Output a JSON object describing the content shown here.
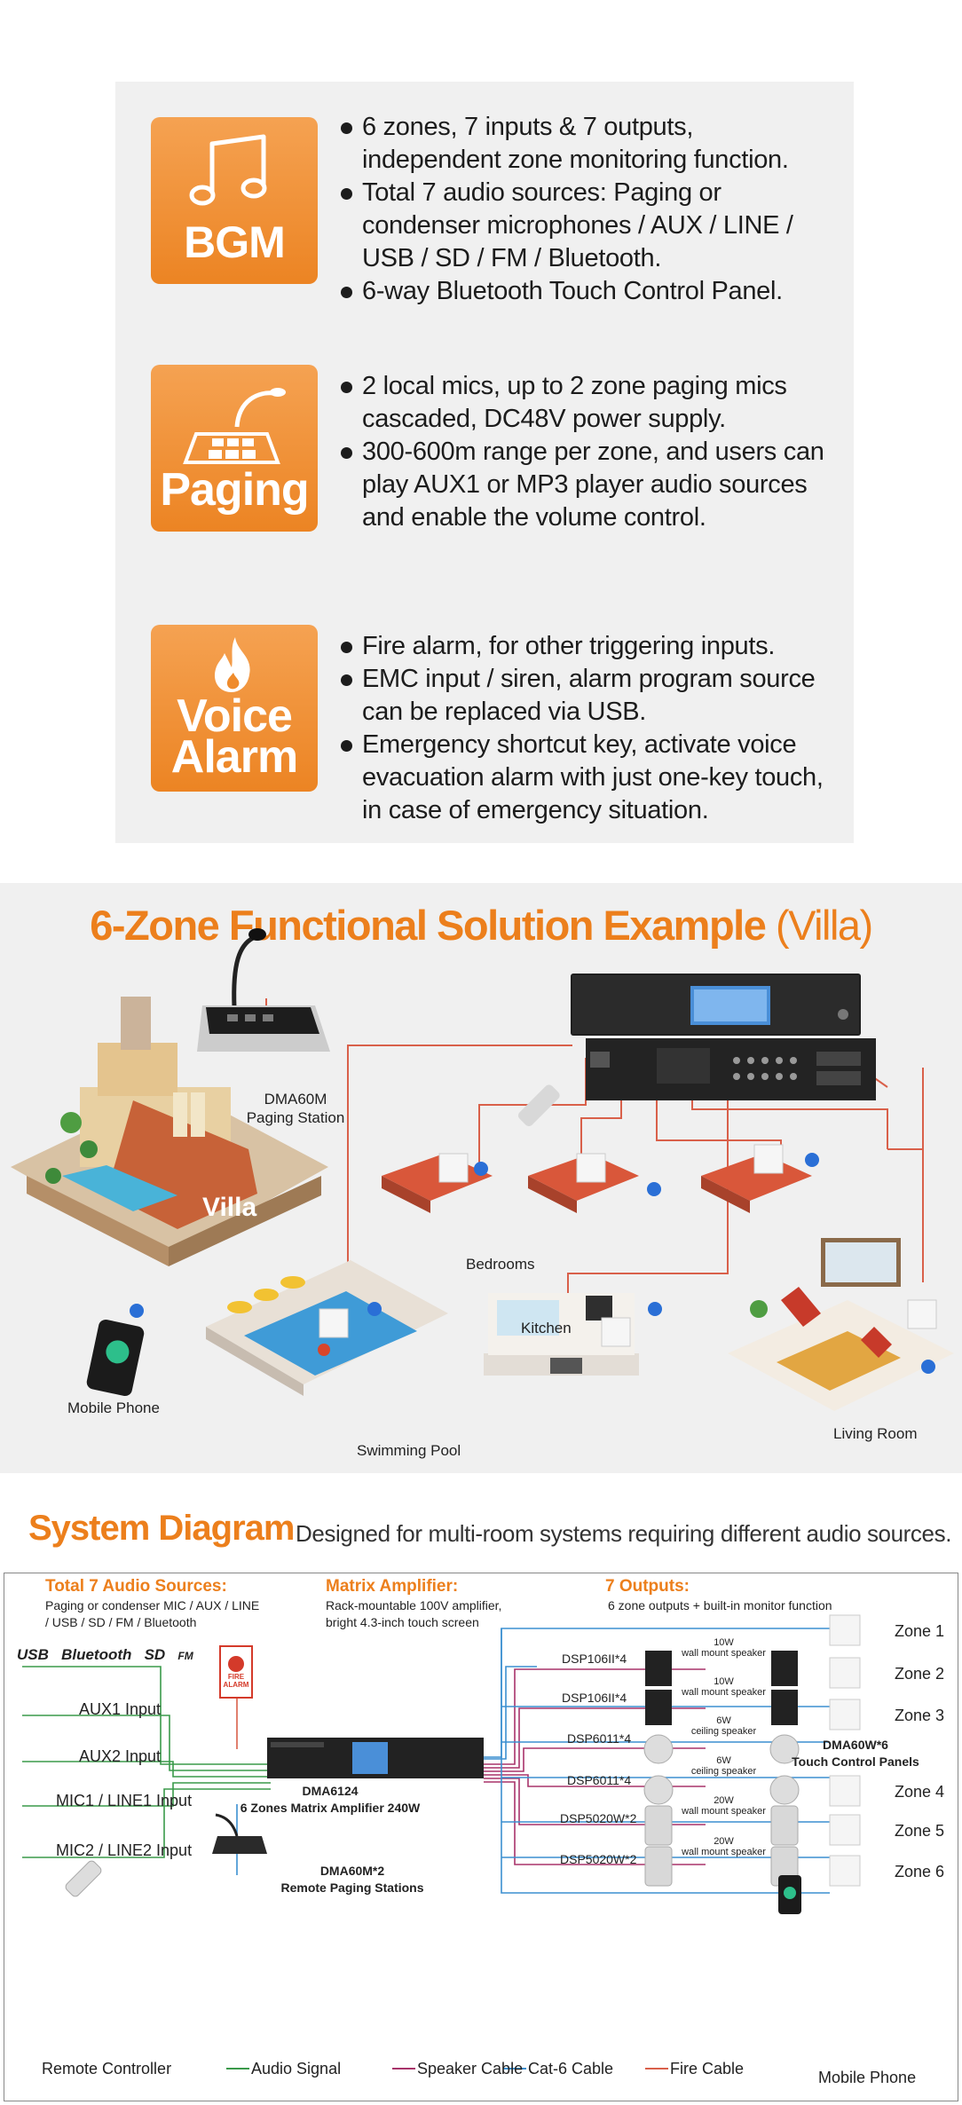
{
  "features": [
    {
      "badge": "BGM",
      "icon": "music-note-icon",
      "bullets": [
        "6 zones, 7 inputs & 7 outputs, independent zone monitoring function.",
        "Total 7 audio sources: Paging or condenser microphones / AUX / LINE / USB / SD / FM / Bluetooth.",
        "6-way Bluetooth Touch Control Panel."
      ]
    },
    {
      "badge": "Paging",
      "icon": "paging-mic-icon",
      "bullets": [
        "2 local mics, up to 2 zone paging mics cascaded, DC48V power supply.",
        "300-600m range per zone, and users can play AUX1 or MP3 player audio sources and enable the volume control."
      ]
    },
    {
      "badge": "Voice Alarm",
      "badge_lines": [
        "Voice",
        "Alarm"
      ],
      "icon": "flame-icon",
      "bullets": [
        "Fire alarm, for other triggering inputs.",
        "EMC input / siren, alarm program source can be replaced via USB.",
        "Emergency shortcut key, activate voice evacuation alarm with just one-key touch, in case of emergency situation."
      ]
    }
  ],
  "villa": {
    "title_main": "6-Zone Functional Solution Example",
    "title_paren": "(Villa)",
    "paging_model": "DMA60M",
    "paging_label": "Paging Station",
    "villa_sign": "Villa",
    "labels": {
      "bedrooms": "Bedrooms",
      "kitchen": "Kitchen",
      "mobile": "Mobile Phone",
      "pool": "Swimming Pool",
      "living": "Living Room"
    }
  },
  "system": {
    "title": "System Diagram",
    "subtitle": "Designed for multi-room systems requiring different audio sources.",
    "sources_head": "Total 7 Audio Sources:",
    "sources_desc": [
      "Paging or condenser MIC / AUX / LINE",
      "/ USB / SD / FM / Bluetooth"
    ],
    "source_logos": [
      "USB",
      "Bluetooth",
      "SD",
      "FM"
    ],
    "matrix_head": "Matrix Amplifier:",
    "matrix_desc": [
      "Rack-mountable 100V amplifier,",
      "bright 4.3-inch touch screen"
    ],
    "outputs_head": "7 Outputs:",
    "outputs_desc": "6 zone outputs + built-in monitor function",
    "fire_alarm": [
      "FIRE",
      "ALARM"
    ],
    "inputs": [
      "AUX1 Input",
      "AUX2 Input",
      "MIC1 / LINE1 Input",
      "MIC2 / LINE2 Input"
    ],
    "amp_model": "DMA6124",
    "amp_desc": "6 Zones Matrix Amplifier 240W",
    "remote_model": "DMA60M*2",
    "remote_desc": "Remote Paging Stations",
    "speaker_rows": [
      {
        "model": "DSP106II*4",
        "power": "10W",
        "type": "wall mount speaker"
      },
      {
        "model": "DSP106II*4",
        "power": "10W",
        "type": "wall mount speaker"
      },
      {
        "model": "DSP6011*4",
        "power": "6W",
        "type": "ceiling speaker"
      },
      {
        "model": "DSP6011*4",
        "power": "6W",
        "type": "ceiling speaker"
      },
      {
        "model": "DSP5020W*2",
        "power": "20W",
        "type": "wall mount speaker"
      },
      {
        "model": "DSP5020W*2",
        "power": "20W",
        "type": "wall mount speaker"
      }
    ],
    "zones": [
      "Zone 1",
      "Zone 2",
      "Zone 3",
      "Zone 4",
      "Zone 5",
      "Zone 6"
    ],
    "panels_model": "DMA60W*6",
    "panels_desc": "Touch Control Panels",
    "legend": {
      "remote": "Remote Controller",
      "audio": "Audio Signal",
      "speaker": "Speaker Cable",
      "cat6": "Cat-6 Cable",
      "fire": "Fire Cable",
      "mobile": "Mobile Phone"
    },
    "colors": {
      "audio": "#3a9a4a",
      "speaker": "#a8336a",
      "cat6": "#3b8fd0",
      "fire": "#d9604a"
    }
  }
}
